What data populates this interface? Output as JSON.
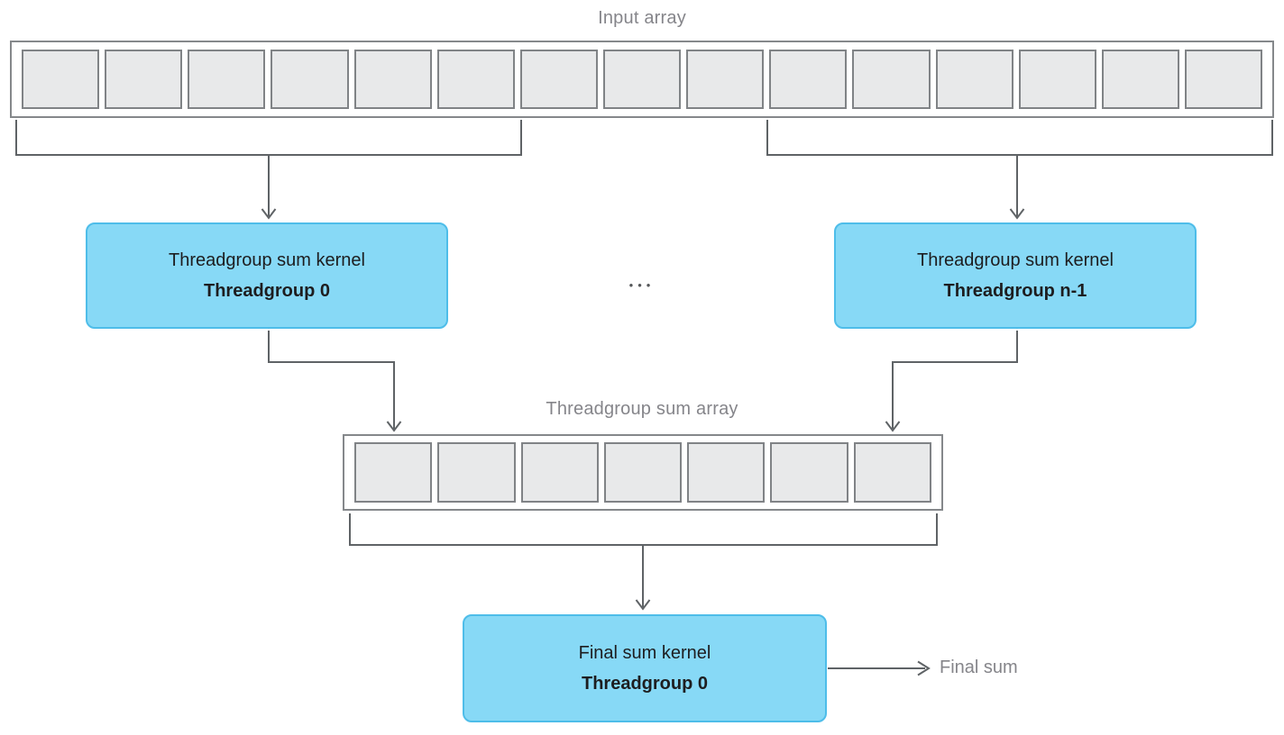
{
  "diagram": {
    "input_array": {
      "label": "Input array",
      "cell_count": 15
    },
    "kernel_left": {
      "line1": "Threadgroup sum kernel",
      "line2": "Threadgroup 0"
    },
    "kernel_right": {
      "line1": "Threadgroup sum kernel",
      "line2": "Threadgroup n-1"
    },
    "ellipsis": "•••",
    "sum_array": {
      "label": "Threadgroup sum array",
      "cell_count": 7
    },
    "final_kernel": {
      "line1": "Final sum kernel",
      "line2": "Threadgroup 0"
    },
    "final_output_label": "Final sum",
    "colors": {
      "kernel-fill": "#87d9f6",
      "kernel-border": "#4ebde9",
      "cell-fill": "#e8e9ea",
      "cell-border": "#808386",
      "box-border": "#85888b",
      "line": "#5f6366",
      "label-text": "#85858a",
      "kernel-text": "#1d1d1f",
      "canvas-bg": "#ffffff"
    }
  }
}
